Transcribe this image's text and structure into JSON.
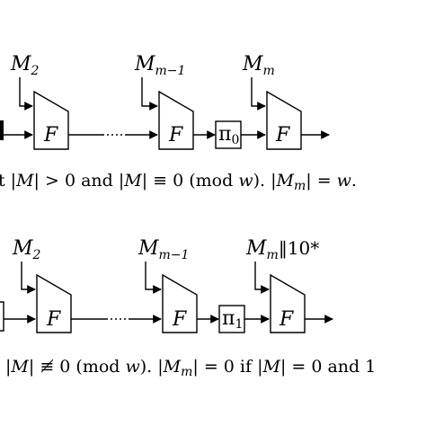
{
  "diagram_top": {
    "inputs": {
      "m2": {
        "main": "M",
        "sub": "2"
      },
      "mm1": {
        "main": "M",
        "sub": "m−1"
      },
      "mm": {
        "main": "M",
        "sub": "m"
      }
    },
    "blocks": {
      "f1": "F",
      "f2": "F",
      "f3": "F"
    },
    "perm": {
      "main": "π",
      "sub": "0"
    },
    "caption": {
      "p1": "t |",
      "p2": "M",
      "p3": "| > 0 and |",
      "p4": "M",
      "p5": "| ≡ 0  (mod ",
      "p6": "w",
      "p7": "). |",
      "p8": "M",
      "p9": "m",
      "p10": "| = ",
      "p11": "w",
      "p12": "."
    }
  },
  "diagram_bottom": {
    "inputs": {
      "m2": {
        "main": "M",
        "sub": "2"
      },
      "mm1": {
        "main": "M",
        "sub": "m−1"
      },
      "mm": {
        "main": "M",
        "sub": "m",
        "suffix": "‖10*"
      }
    },
    "blocks": {
      "f1": "F",
      "f2": "F",
      "f3": "F"
    },
    "perm": {
      "main": "π",
      "sub": "1"
    },
    "caption": {
      "p1": "|",
      "p2": "M",
      "p3": "| ≢ 0  (mod ",
      "p4": "w",
      "p5": "). |",
      "p6": "M",
      "p7": "m",
      "p8": "| = 0 if |",
      "p9": "M",
      "p10": "| = 0 and 1"
    }
  }
}
